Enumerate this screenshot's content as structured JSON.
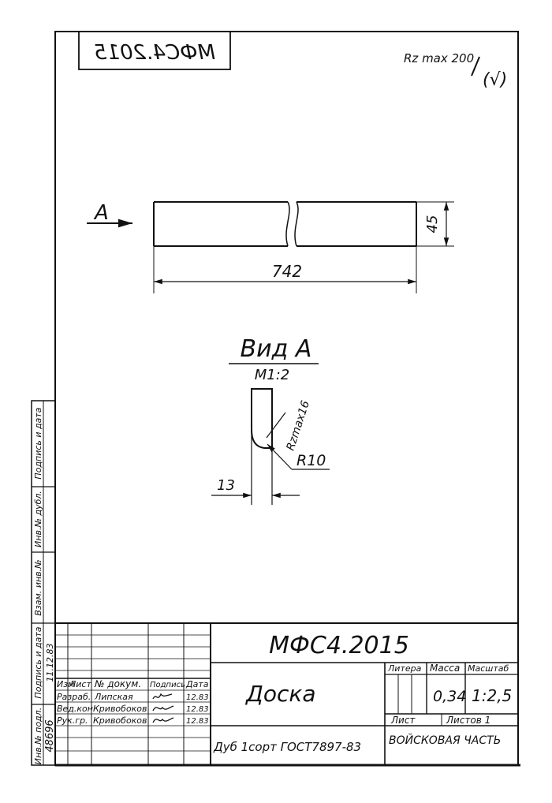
{
  "drawing": {
    "mirrored_code": "МФС4.2015",
    "roughness": {
      "base": "Rz max 200",
      "bracket": "(√)"
    },
    "view_marker": "A",
    "dims": {
      "length": "742",
      "height": "45",
      "thickness": "13",
      "radius": "R10",
      "edge_rough": "Rzmax16"
    },
    "view_title": "Вид А",
    "view_scale": "М1:2"
  },
  "side_strip": {
    "labels": [
      "Подпись и дата",
      "Инв.№ дубл.",
      "Взам. инв.№",
      "Подпись и дата",
      "Инв.№ подл."
    ],
    "inv_number": "48696",
    "date_note": "11.12.83"
  },
  "title_block": {
    "designation": "МФС4.2015",
    "name": "Доска",
    "material": "Дуб 1сорт ГОСТ7897-83",
    "columns": [
      "Изм",
      "Лист",
      "№ докум.",
      "Подпись",
      "Дата"
    ],
    "rows": [
      {
        "role": "Разраб.",
        "name": "Липская",
        "date": "12.83"
      },
      {
        "role": "Вед.кон",
        "name": "Кривобоков",
        "date": "12.83"
      },
      {
        "role": "Рук.гр.",
        "name": "Кривобоков",
        "date": "12.83"
      }
    ],
    "litera_label": "Литера",
    "mass_label": "Масса",
    "scale_label": "Масштаб",
    "mass": "0,34",
    "scale": "1:2,5",
    "sheet_label": "Лист",
    "sheets_label": "Листов 1",
    "org": "ВОЙСКОВАЯ ЧАСТЬ"
  }
}
